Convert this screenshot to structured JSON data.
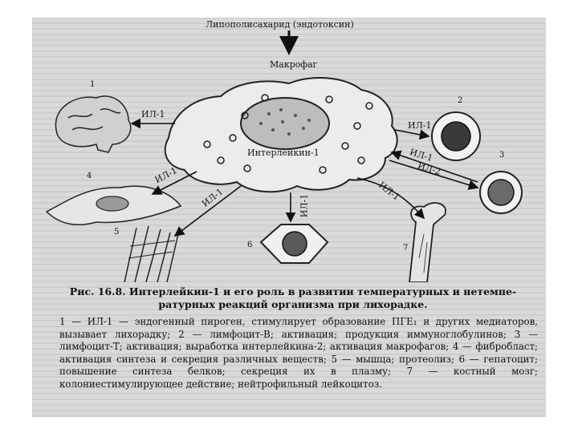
{
  "figure": {
    "top_label": "Липополисахарид (эндотоксин)",
    "macrophage_label": "Макрофаг",
    "interleukin_label": "Интерлейкин-1",
    "arrow_labels": {
      "to_brain": "ИЛ-1",
      "to_lymph_b": "ИЛ-1",
      "to_fibroblast": "ИЛ-1",
      "to_muscle": "ИЛ-1",
      "to_hepatocyte": "ИЛ-1",
      "to_bone_marrow": "ИЛ-1",
      "to_lymph_t_1": "ИЛ-1",
      "to_lymph_t_2": "ИЛ-2"
    },
    "numbers": [
      "1",
      "2",
      "3",
      "4",
      "5",
      "6",
      "7"
    ]
  },
  "caption": {
    "title_line1": "Рис. 16.8. Интерлейкин-1 и его роль в развитии температурных и нетемпе-",
    "title_line2": "ратурных реакций организма при лихорадке.",
    "body": "1 — ИЛ-1 — эндогенный пироген, стимулирует образование ПГЕ₁ и других медиаторов, вызывает лихорадку; 2 — лимфоцит-В; активация; продукция иммуноглобулинов; 3 — лимфоцит-Т; активация; выработка интерлейкина-2; активация макрофагов; 4 — фибробласт; активация синтеза и секреция различных веществ; 5 — мышца; протеолиз; 6 — гепатоцит; повышение синтеза белков; секреция их в плазму; 7 — костный мозг; колониестимулирующее действие; нейтрофильный лейкоцитоз."
  }
}
